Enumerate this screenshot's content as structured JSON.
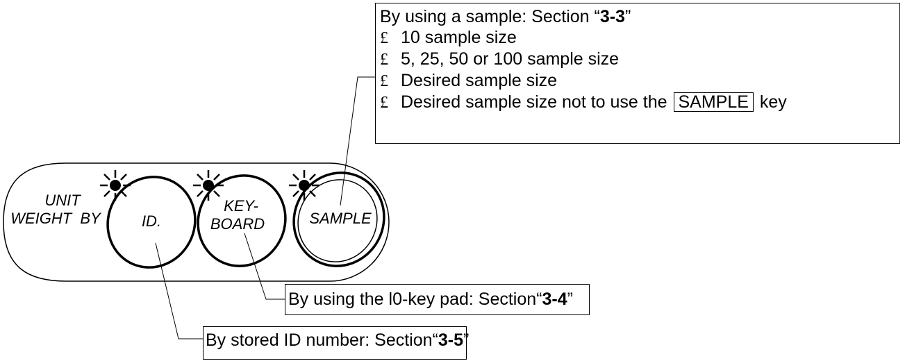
{
  "panel": {
    "label_line1": "UNIT",
    "label_line2": "WEIGHT  BY",
    "keys": {
      "id": {
        "label": "ID."
      },
      "keyboard": {
        "label_line1": "KEY-",
        "label_line2": "BOARD"
      },
      "sample": {
        "label": "SAMPLE"
      }
    }
  },
  "sample_box": {
    "heading_prefix": "By using a sample: Section “",
    "heading_ref": "3-3",
    "heading_suffix": "”",
    "bullet": "£",
    "items": [
      {
        "text": "10 sample size"
      },
      {
        "text": "5, 25, 50 or 100 sample size"
      },
      {
        "text": "Desired sample size"
      },
      {
        "text": "Desired sample size not to use the",
        "key": "SAMPLE",
        "after": "key"
      }
    ]
  },
  "keypad_box": {
    "prefix": "By using the l0-key pad: Section“",
    "ref": "3-4",
    "suffix": "”"
  },
  "id_box": {
    "prefix": "By stored ID number: Section“",
    "ref": "3-5",
    "suffix": "”"
  }
}
